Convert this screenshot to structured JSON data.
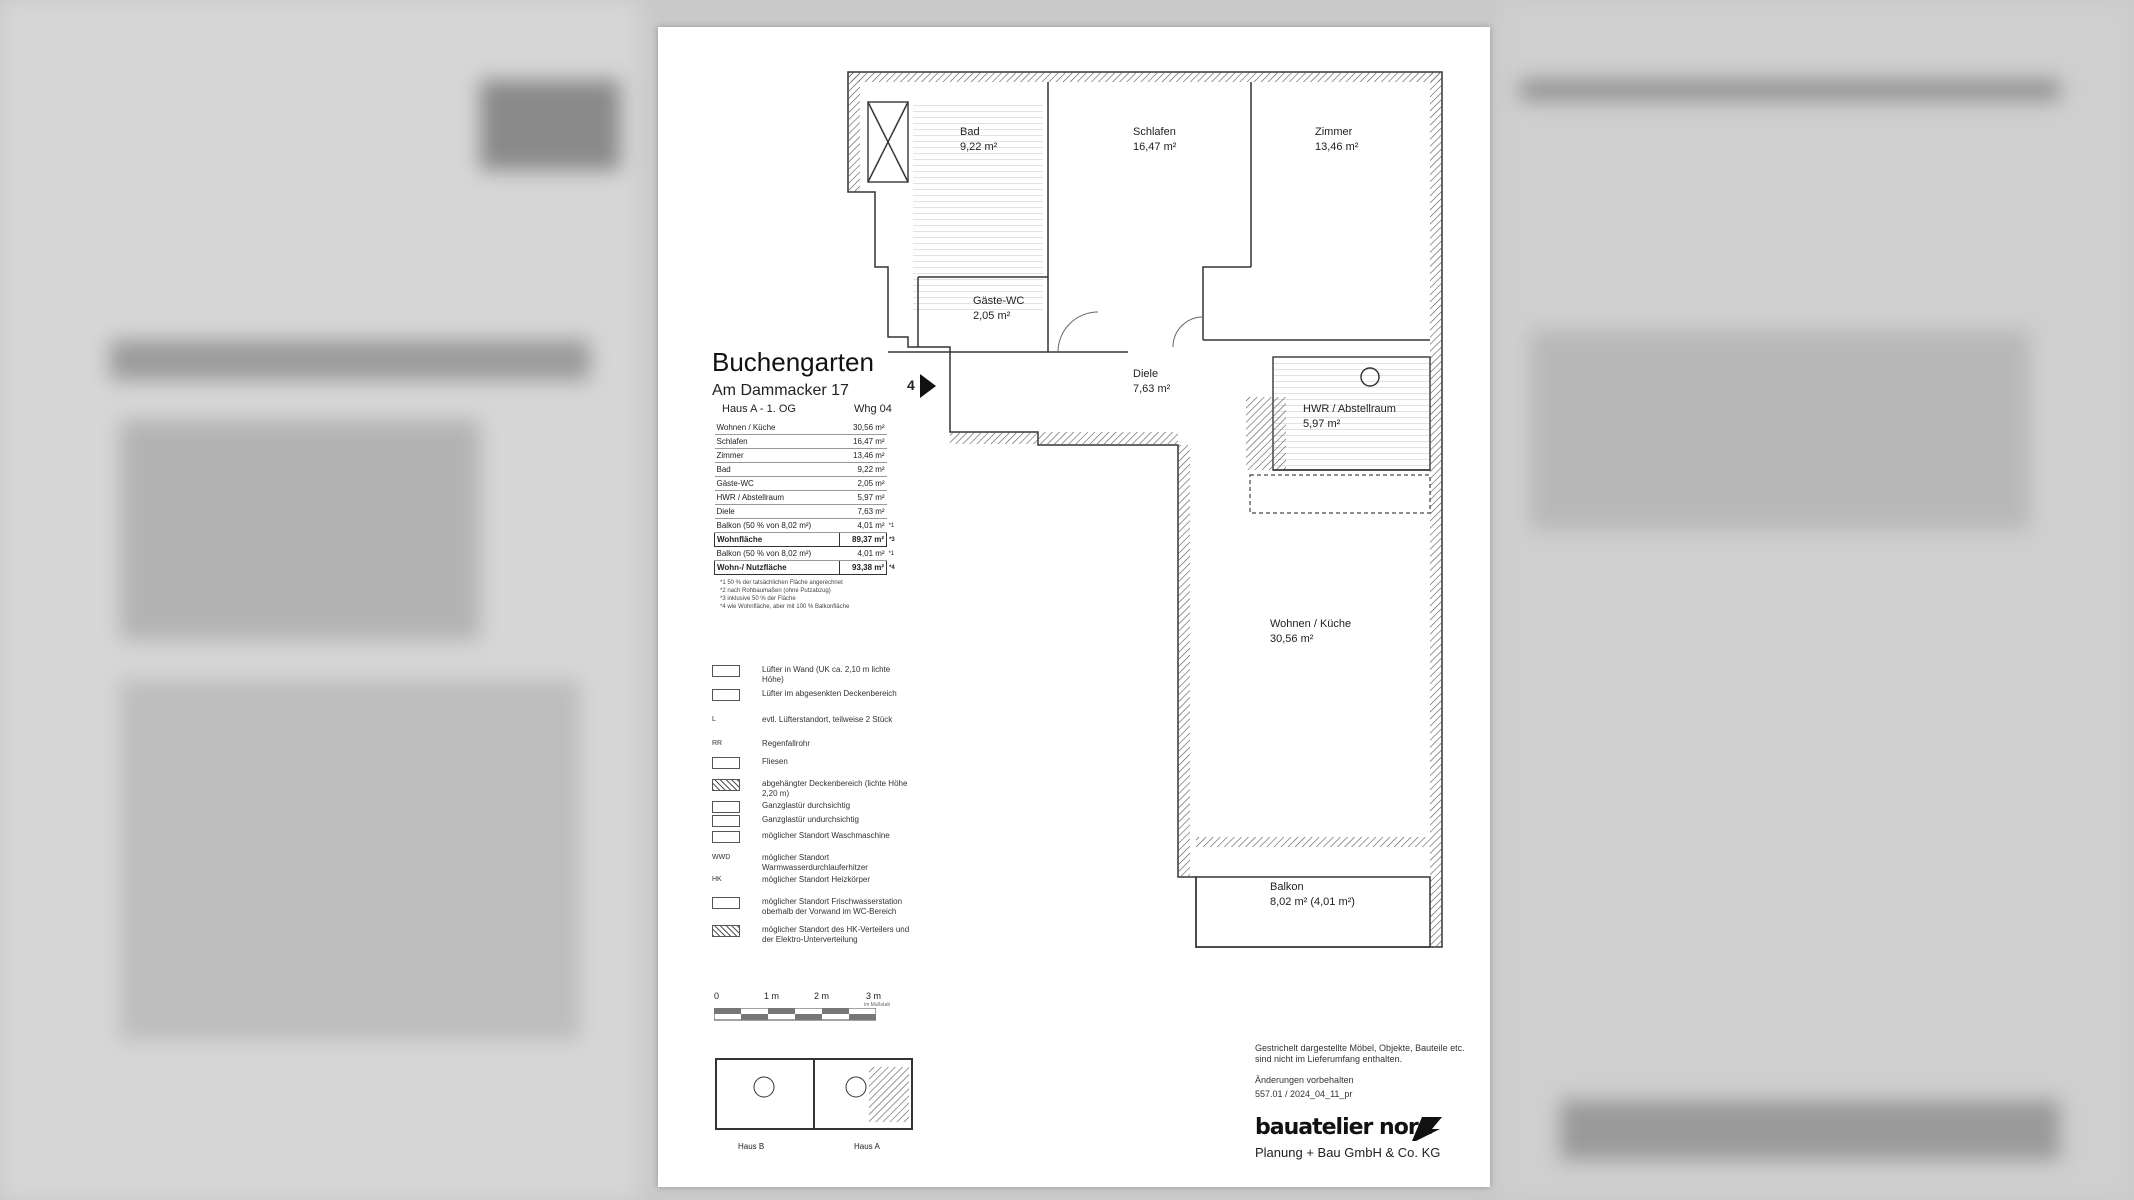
{
  "header": {
    "title": "Buchengarten",
    "address": "Am Dammacker 17",
    "haus": "Haus A - 1. OG",
    "wohnung": "Whg 04",
    "unit_marker": "4"
  },
  "areas": [
    {
      "name": "Wohnen / Küche",
      "value": "30,56 m²",
      "note": ""
    },
    {
      "name": "Schlafen",
      "value": "16,47 m²",
      "note": ""
    },
    {
      "name": "Zimmer",
      "value": "13,46 m²",
      "note": ""
    },
    {
      "name": "Bad",
      "value": "9,22 m²",
      "note": ""
    },
    {
      "name": "Gäste-WC",
      "value": "2,05 m²",
      "note": ""
    },
    {
      "name": "HWR / Abstellraum",
      "value": "5,97 m²",
      "note": ""
    },
    {
      "name": "Diele",
      "value": "7,63 m²",
      "note": ""
    },
    {
      "name": "Balkon (50 % von 8,02 m²)",
      "value": "4,01 m²",
      "note": "*1"
    },
    {
      "name": "Wohnfläche",
      "value": "89,37 m²",
      "note": "*3"
    },
    {
      "name": "Balkon (50 % von 8,02 m²)",
      "value": "4,01 m²",
      "note": "*1"
    },
    {
      "name": "Wohn-/ Nutzfläche",
      "value": "93,38 m²",
      "note": "*4"
    }
  ],
  "footnotes": [
    "*1   50 % der tatsächlichen Fläche angerechnet",
    "*2   nach Rohbaumaßen (ohne Putzabzug)",
    "*3   inklusive 50 % der Fläche",
    "*4   wie Wohnfläche, aber mit 100 % Balkonfläche"
  ],
  "legend": [
    "Lüfter in Wand (UK ca. 2,10 m lichte Höhe)",
    "Lüfter im abgesenkten Deckenbereich",
    "evtl. Lüfterstandort, teilweise 2 Stück",
    "Regenfallrohr",
    "Fliesen",
    "abgehängter Deckenbereich (lichte Höhe 2,20 m)",
    "Ganzglastür durchsichtig",
    "Ganzglastür undurchsichtig",
    "möglicher Standort Waschmaschine",
    "möglicher Standort Warmwasserdurchlauferhitzer",
    "möglicher Standort Heizkörper",
    "möglicher Standort Frischwasserstation oberhalb der Vorwand im WC-Bereich",
    "möglicher Standort des HK-Verteilers und der Elektro-Unterverteilung"
  ],
  "legend_markers": {
    "rr": "RR",
    "l": "L",
    "hk": "HK",
    "wwd": "WWD"
  },
  "scale": {
    "zero": "0",
    "one": "1 m",
    "two": "2 m",
    "three": "3 m",
    "unit_note": "im Maßstab"
  },
  "rooms": {
    "bad": {
      "name": "Bad",
      "area": "9,22 m²"
    },
    "schlafen": {
      "name": "Schlafen",
      "area": "16,47 m²"
    },
    "zimmer": {
      "name": "Zimmer",
      "area": "13,46 m²"
    },
    "gaeste_wc": {
      "name": "Gäste-WC",
      "area": "2,05 m²"
    },
    "diele": {
      "name": "Diele",
      "area": "7,63 m²"
    },
    "hwr": {
      "name": "HWR / Abstellraum",
      "area": "5,97 m²"
    },
    "wohnen": {
      "name": "Wohnen / Küche",
      "area": "30,56 m²"
    },
    "balkon": {
      "name": "Balkon",
      "area": "8,02 m² (4,01 m²)"
    }
  },
  "site_plan": {
    "haus_b": "Haus B",
    "haus_a": "Haus A"
  },
  "notes": {
    "furniture": "Gestrichelt dargestellte Möbel, Objekte, Bauteile etc. sind nicht im Lieferumfang enthalten.",
    "changes": "Änderungen vorbehalten",
    "plan_id": "557.01 / 2024_04_11_pr"
  },
  "company": {
    "logo": "bauatelier nord",
    "name": "Planung + Bau GmbH & Co. KG"
  }
}
